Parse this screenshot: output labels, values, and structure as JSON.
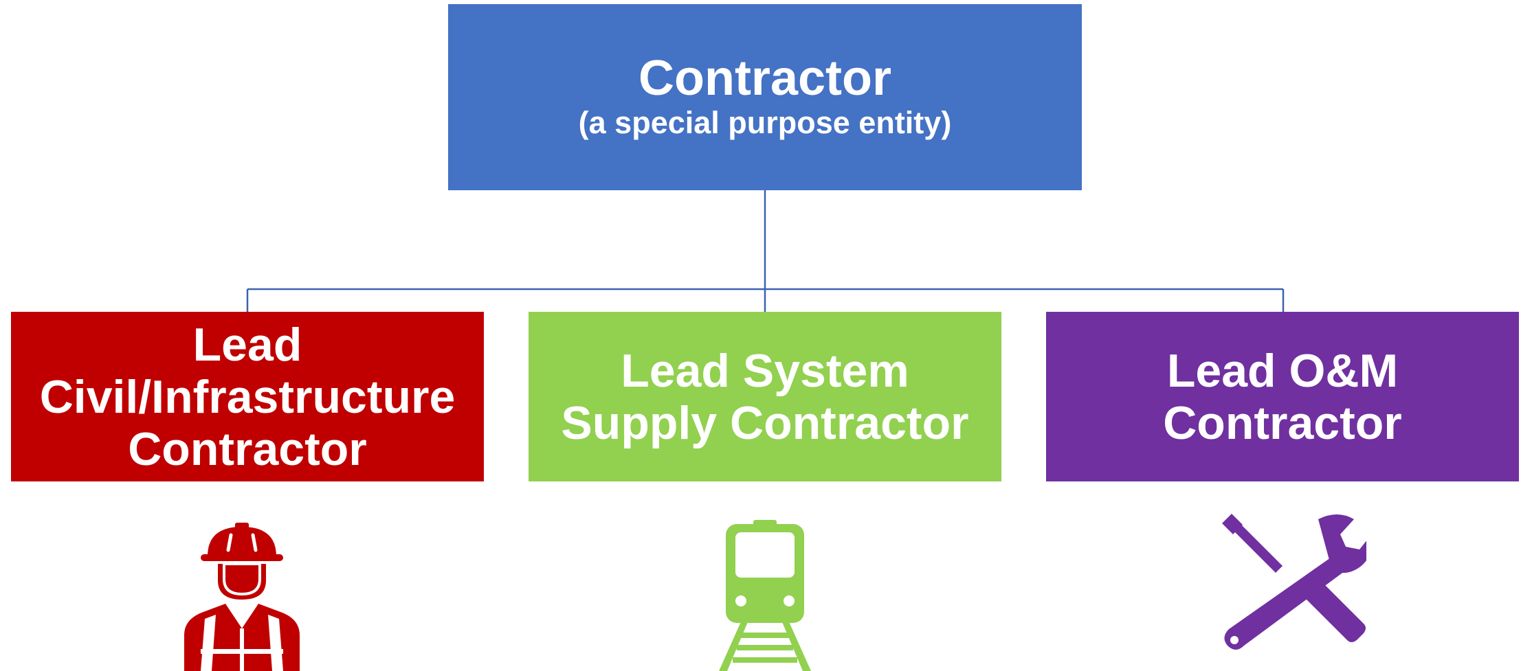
{
  "colors": {
    "top": "#4472C4",
    "civil": "#C00000",
    "system": "#92D050",
    "om": "#7030A0",
    "connector": "#3A63B0"
  },
  "top_node": {
    "title": "Contractor",
    "subtitle": "(a special purpose entity)"
  },
  "children": [
    {
      "lines": [
        "Lead",
        "Civil/Infrastructure",
        "Contractor"
      ],
      "icon": "construction-worker-icon"
    },
    {
      "lines": [
        "Lead System",
        "Supply Contractor"
      ],
      "icon": "train-icon"
    },
    {
      "lines": [
        "Lead O&M",
        "Contractor"
      ],
      "icon": "tools-icon"
    }
  ]
}
